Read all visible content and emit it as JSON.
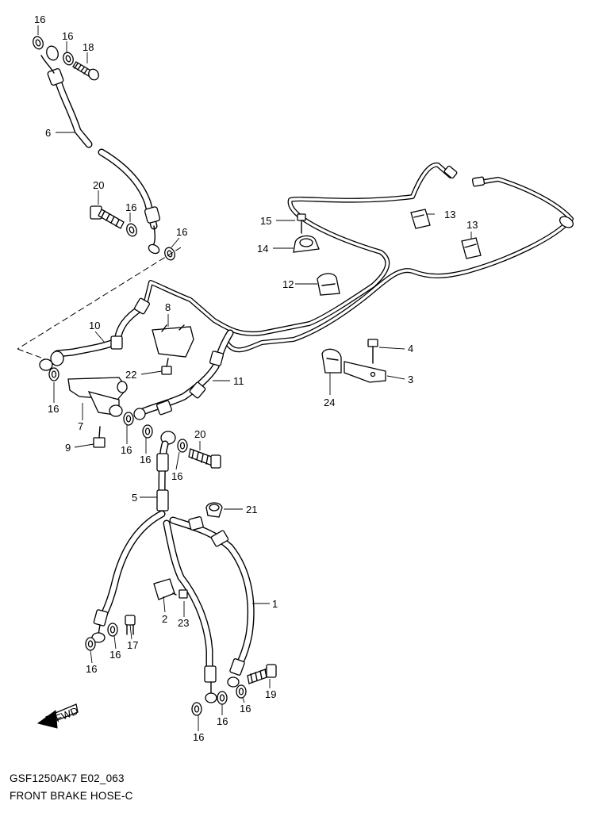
{
  "diagram": {
    "code": "GSF1250AK7 E02_063",
    "title": "FRONT BRAKE HOSE-C",
    "direction_label": "FWD"
  },
  "callouts": {
    "c16a": "16",
    "c16b": "16",
    "c18": "18",
    "c6": "6",
    "c20a": "20",
    "c16c": "16",
    "c16d": "16",
    "c15": "15",
    "c13a": "13",
    "c13b": "13",
    "c14": "14",
    "c12": "12",
    "c8": "8",
    "c10": "10",
    "c22": "22",
    "c4": "4",
    "c3": "3",
    "c24": "24",
    "c11": "11",
    "c16e": "16",
    "c7": "7",
    "c9": "9",
    "c16f": "16",
    "c16g": "16",
    "c16h": "16",
    "c20b": "20",
    "c5": "5",
    "c21": "21",
    "c1": "1",
    "c2": "2",
    "c23": "23",
    "c17": "17",
    "c16i": "16",
    "c16j": "16",
    "c16k": "16",
    "c16l": "16",
    "c16m": "16",
    "c19": "19"
  }
}
